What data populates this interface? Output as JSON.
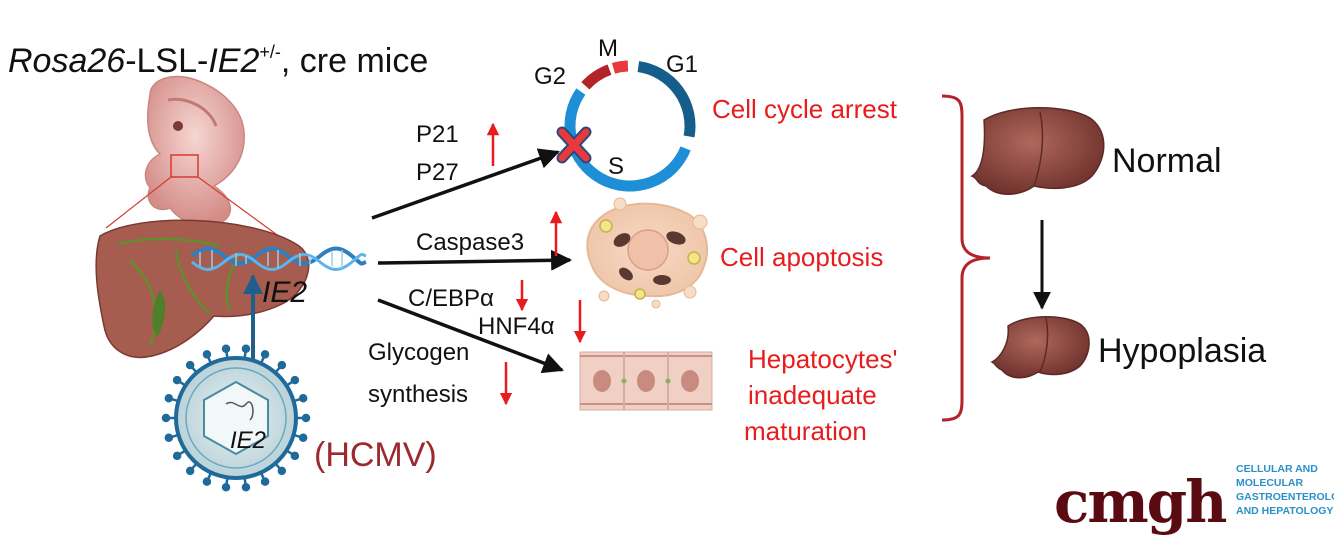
{
  "title": {
    "part1": "Rosa26",
    "part2": "-LSL-",
    "part3": "IE2",
    "superscript": "+/-",
    "part4": ", cre mice"
  },
  "gene_label_liver": "IE2",
  "gene_label_virus": "IE2",
  "virus_label": "(HCMV)",
  "cell_cycle": {
    "phase_g1": "G1",
    "phase_s": "S",
    "phase_g2": "G2",
    "phase_m": "M",
    "colors": {
      "g1": "#155e8c",
      "s": "#1e8fd6",
      "g2": "#b3242a",
      "m": "#e8393d"
    }
  },
  "markers": {
    "p21": "P21",
    "p27": "P27",
    "caspase3": "Caspase3",
    "cebpa": "C/EBPα",
    "hnf4a": "HNF4α",
    "glycogen_line1": "Glycogen",
    "glycogen_line2": "synthesis"
  },
  "outcomes": {
    "cell_cycle_arrest": "Cell cycle arrest",
    "cell_apoptosis": "Cell apoptosis",
    "hepatocytes_line1": "Hepatocytes'",
    "hepatocytes_line2": "inadequate",
    "hepatocytes_line3": "maturation"
  },
  "liver_states": {
    "normal": "Normal",
    "hypoplasia": "Hypoplasia"
  },
  "logo": {
    "word": "cmgh",
    "line1": "CELLULAR AND",
    "line2": "MOLECULAR",
    "line3": "GASTROENTEROLOGY",
    "line4": "AND HEPATOLOGY"
  },
  "colors": {
    "up_down_arrow": "#e81c1c",
    "outcome_text": "#e81c1c",
    "bracket": "#b3242a",
    "liver": "#8c4a42",
    "virus": "#1f5f8a",
    "logo_word": "#5a0b12",
    "logo_sub": "#2b90c8"
  }
}
